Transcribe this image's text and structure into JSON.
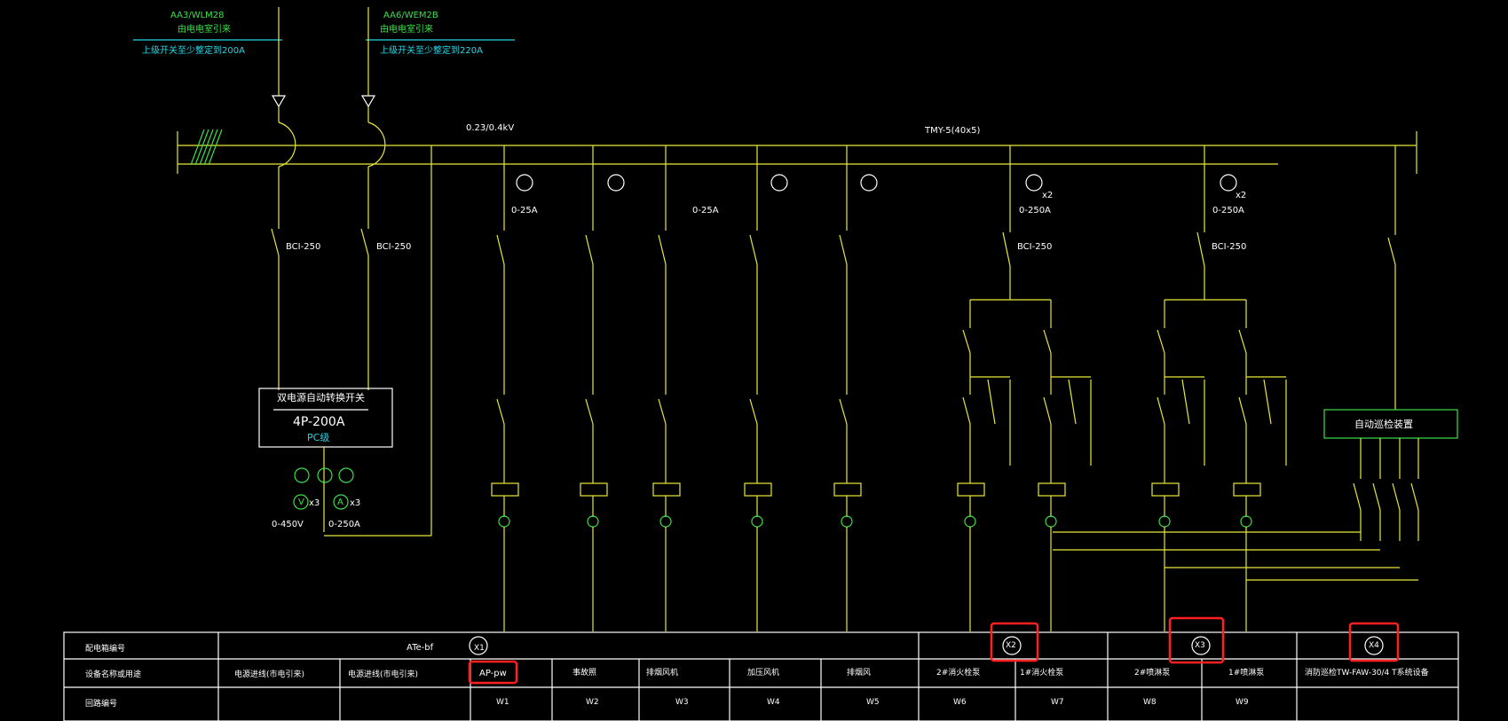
{
  "incoming": [
    {
      "id": "AA3/WLM28",
      "source": "由电电室引来",
      "note": "上级开关至少整定到200A"
    },
    {
      "id": "AA6/WEM2B",
      "source": "由电电室引来",
      "note": "上级开关至少整定到220A"
    }
  ],
  "bus": {
    "voltage": "0.23/0.4kV",
    "rating": "TMY-5(40x5)"
  },
  "breakers": {
    "left": "BCI-250",
    "right": "BCI-250",
    "f1": "BCI-250",
    "f2": "BCI-250"
  },
  "ats": {
    "title": "双电源自动转换开关",
    "rating": "4P-200A",
    "class": "PC级"
  },
  "meters": {
    "volt": "0-450V",
    "amp": "0-250A",
    "v_mult": "x3",
    "a_mult": "x3",
    "v_sym": "V",
    "a_sym": "A"
  },
  "ranges": {
    "r1": "0-25A",
    "r2": "0-25A",
    "r3": "0-250A",
    "r4": "0-250A",
    "x2a": "x2",
    "x2b": "x2"
  },
  "auto_box": "自动巡检装置",
  "table": {
    "row_headers": [
      "配电箱编号",
      "设备名称或用途",
      "回路编号"
    ],
    "panel": "ATe-bf",
    "markers": [
      "X1",
      "X2",
      "X3",
      "X4"
    ],
    "uses": [
      "电源进线(市电引来)",
      "电源进线(市电引来)",
      "AP-pw",
      "事故照",
      "排烟风机",
      "加压风机",
      "排烟风",
      "2#消火栓泵",
      "1#消火栓泵",
      "2#喷淋泵",
      "1#喷淋泵",
      "消防巡检TW-FAW-30/4 T系统设备"
    ],
    "circuits": [
      "W1",
      "W2",
      "W3",
      "W4",
      "W5",
      "W6",
      "W7",
      "W8",
      "W9"
    ]
  },
  "colors": {
    "wire": "#e8e83a",
    "text": "#ffffff",
    "green": "#3be04a",
    "cyan": "#25d7e6",
    "highlight": "#ff2020"
  }
}
